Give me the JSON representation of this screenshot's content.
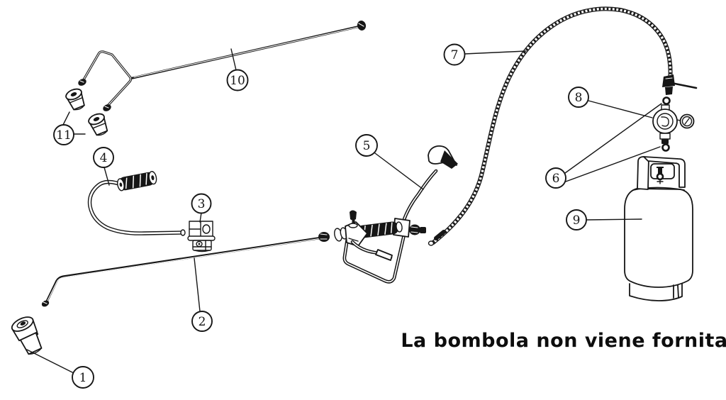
{
  "diagram": {
    "caption": "La bombola non viene fornita",
    "callouts": {
      "c1": "1",
      "c2": "2",
      "c3": "3",
      "c4": "4",
      "c5": "5",
      "c6": "6",
      "c7": "7",
      "c8": "8",
      "c9": "9",
      "c10": "10",
      "c11": "11"
    }
  },
  "colors": {
    "ink": "#161616",
    "paper": "#ffffff"
  }
}
